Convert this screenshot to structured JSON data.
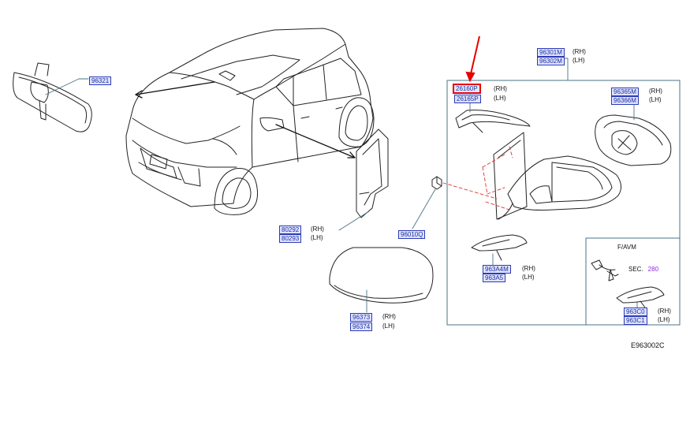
{
  "figure_id": "E963002C",
  "parts": {
    "inner_mirror": "96321",
    "mirror_assy_rh": "96301M",
    "mirror_assy_lh": "96302M",
    "turn_lamp_rh": "26160P",
    "turn_lamp_lh": "26165P",
    "glass_rh": "96365M",
    "glass_lh": "96366M",
    "finisher_rh": "80292",
    "finisher_lh": "80293",
    "nut": "96010Q",
    "base_cover_rh": "963A4M",
    "base_cover_lh": "963A5",
    "cover_rh": "96373",
    "cover_lh": "96374",
    "camera_rh": "963C0",
    "camera_lh": "963C1"
  },
  "sides": {
    "rh": "(RH)",
    "lh": "(LH)"
  },
  "avm": {
    "title": "F/AVM",
    "sec_prefix": "SEC.",
    "sec_number": "280"
  },
  "colors": {
    "label_text": "#1e2fa0",
    "label_bg": "#dfe3ff",
    "highlight": "#e60000",
    "sec_link": "#8a2be2"
  }
}
